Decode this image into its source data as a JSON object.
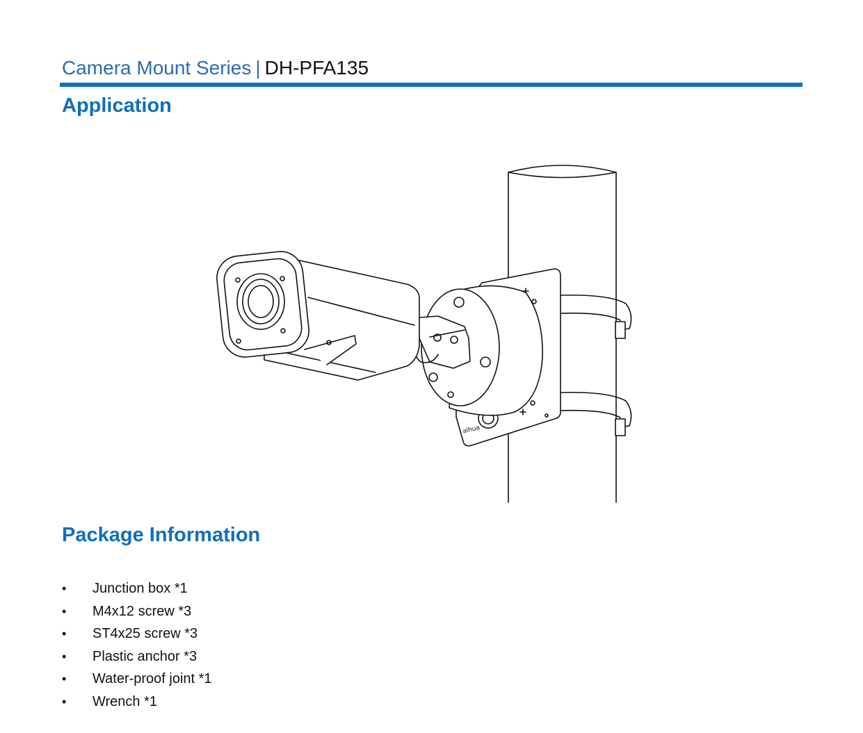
{
  "header": {
    "series": "Camera Mount Series",
    "separator": "|",
    "model": "DH-PFA135"
  },
  "sections": {
    "application": {
      "title": "Application"
    },
    "package": {
      "title": "Package Information",
      "items": [
        "Junction box *1",
        "M4x12 screw *3",
        "ST4x25 screw *3",
        "Plastic anchor *3",
        "Water-proof joint *1",
        "Wrench *1"
      ]
    }
  },
  "illustration": {
    "subject": "camera-on-pole-mount",
    "mount_label": "alhua"
  },
  "colors": {
    "accent": "#0f6fbd",
    "series_text": "#2b6cb0",
    "body_text": "#111111"
  }
}
